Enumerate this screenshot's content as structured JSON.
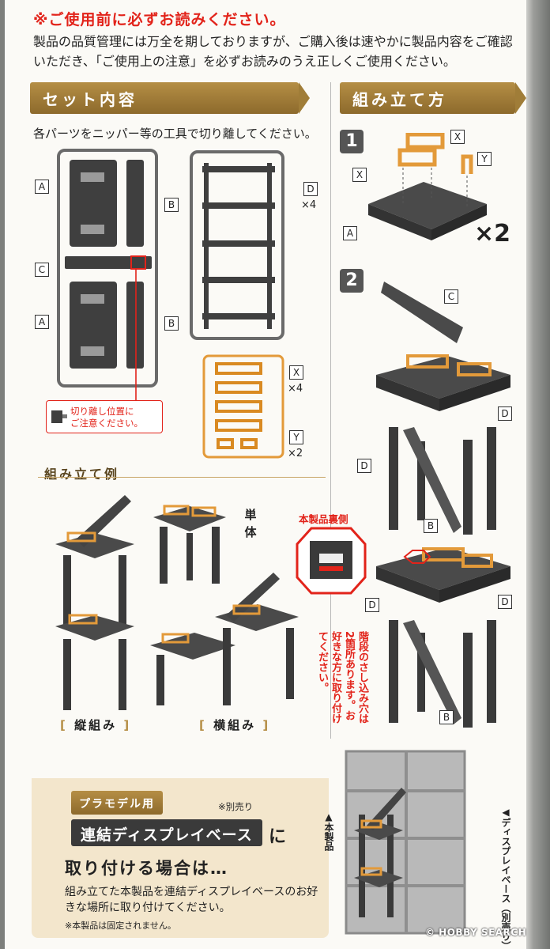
{
  "notice": {
    "title": "※ご使用前に必ずお読みください。",
    "body": "製品の品質管理には万全を期しておりますが、ご購入後は速やかに製品内容をご確認いただき、「ご使用上の注意」を必ずお読みのうえ正しくご使用ください。"
  },
  "contents": {
    "header": "セット内容",
    "description": "各パーツをニッパー等の工具で切り離してください。",
    "labels": {
      "a1": "A",
      "a2": "A",
      "b1": "B",
      "b2": "B",
      "c": "C",
      "d": "D",
      "x": "X",
      "y": "Y"
    },
    "counts": {
      "d": "×4",
      "x": "×4",
      "y": "×2"
    },
    "callout": "切り離し位置に\nご注意ください。"
  },
  "assembly": {
    "header": "組み立て方",
    "step1": "1",
    "step2": "2",
    "multiplier": "×2",
    "labels": {
      "x1": "X",
      "x2": "X",
      "y": "Y",
      "a": "A",
      "c": "C",
      "d1": "D",
      "d2": "D",
      "d3": "D",
      "d4": "D",
      "b1": "B",
      "b2": "B"
    },
    "back_label": "本製品裏側",
    "vertical_note": "階段のさし込み穴は2箇所あります。お好きな方に取り付けてください。"
  },
  "examples": {
    "title": "組み立て例",
    "single": "単体",
    "vertical": "縦組み",
    "horizontal": "横組み"
  },
  "bottom": {
    "tag": "プラモデル用",
    "sold_separately": "※別売り",
    "product": "連結ディスプレイベース",
    "particle": "に",
    "attach": "取り付ける場合は…",
    "instruction": "組み立てた本製品を連結ディスプレイベースのお好きな場所に取り付けてください。",
    "fixed_note": "※本製品は固定されません。",
    "this_product": "▲本製品",
    "display_base": "◀ディスプレイベース（別売り）"
  },
  "watermark": "© HOBBY SEARCH",
  "colors": {
    "accent": "#b58e45",
    "warning": "#e2231a",
    "part": "#3d3d3d",
    "orange": "#e39a3a"
  }
}
